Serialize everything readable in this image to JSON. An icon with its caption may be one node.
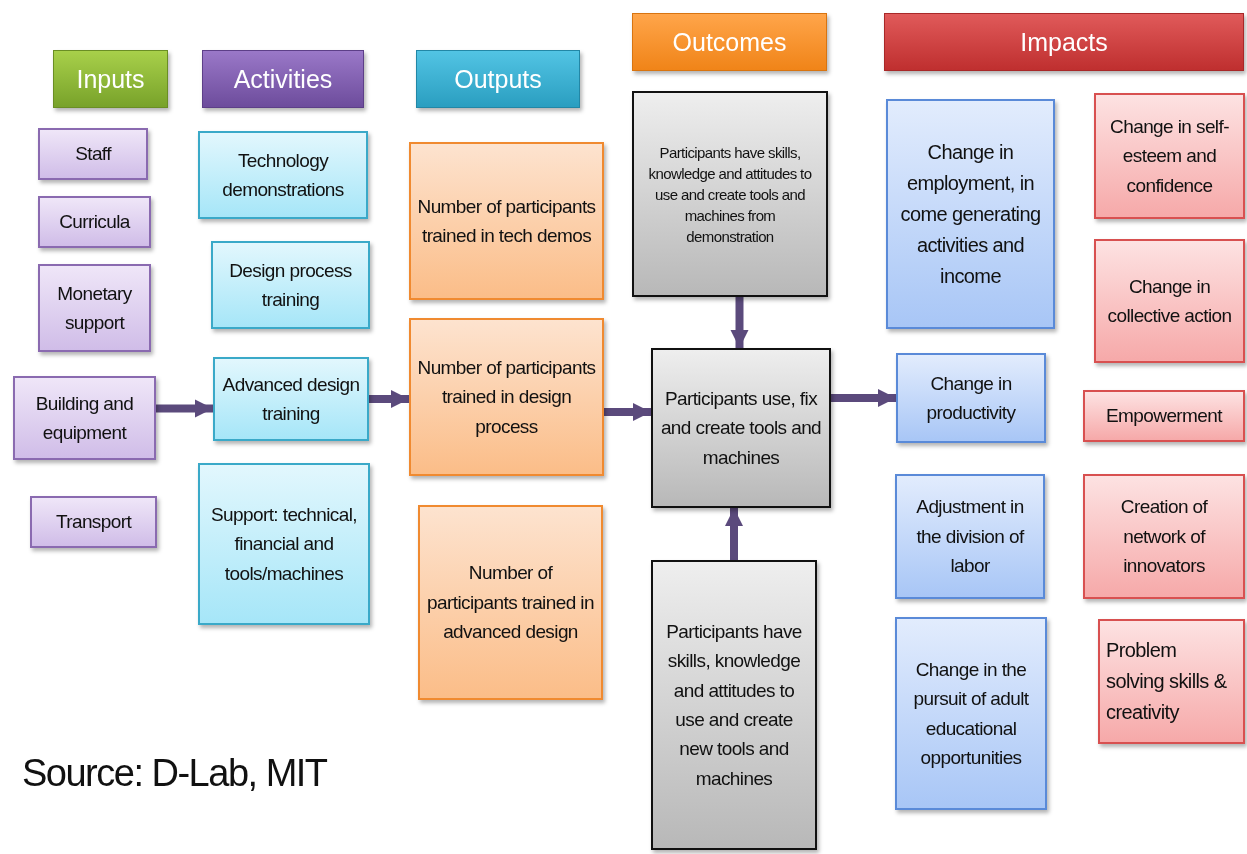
{
  "diagram": {
    "nodes": [
      {
        "text": [
          "Inputs"
        ]
      },
      {
        "text": [
          "Activities"
        ]
      },
      {
        "text": [
          "Outputs"
        ]
      },
      {
        "text": [
          "Outcomes"
        ]
      },
      {
        "text": [
          "Impacts"
        ]
      },
      {
        "text": [
          "Staff"
        ]
      },
      {
        "text": [
          "Curricula"
        ]
      },
      {
        "text": [
          "Monetary support"
        ]
      },
      {
        "text": [
          "Building and equipment"
        ]
      },
      {
        "text": [
          "Transport"
        ]
      },
      {
        "text": [
          "Technology demonstrations"
        ]
      },
      {
        "text": [
          "Design process training"
        ]
      },
      {
        "text": [
          "Advanced design training"
        ]
      },
      {
        "text": [
          "Support: technical, financial and tools/machines"
        ]
      },
      {
        "text": [
          "Number of participants trained in tech demos"
        ]
      },
      {
        "text": [
          "Number of participants trained in design process"
        ]
      },
      {
        "text": [
          "Number of participants trained in advanced design"
        ]
      },
      {
        "text": [
          "Participants have skills, knowledge and attitudes to use and create tools and machines from demonstration"
        ]
      },
      {
        "text": [
          "Participants use, fix and create tools and machines"
        ]
      },
      {
        "text": [
          "Participants have skills, knowledge and attitudes to use and create new tools and machines"
        ]
      },
      {
        "text": [
          "Change in employment, in come generating activities and income"
        ]
      },
      {
        "text": [
          "Change in productivity"
        ]
      },
      {
        "text": [
          "Adjustment in the division of labor"
        ]
      },
      {
        "text": [
          "Change in the pursuit of adult educational opportunities"
        ]
      },
      {
        "text": [
          "Change in self-esteem and confidence"
        ]
      },
      {
        "text": [
          "Change in collective action"
        ]
      },
      {
        "text": [
          "Empowerment"
        ]
      },
      {
        "text": [
          "Creation of network of innovators"
        ]
      },
      {
        "text": [
          "Problem solving skills & creativity"
        ]
      }
    ],
    "edges": [
      {
        "from": 8,
        "to": 12,
        "arrow": "to"
      },
      {
        "from": 12,
        "to": 15,
        "arrow": "to"
      },
      {
        "from": 15,
        "to": 18,
        "arrow": "to"
      },
      {
        "from": 18,
        "to": 21,
        "arrow": "to"
      },
      {
        "from": 17,
        "to": 18,
        "arrow": "to"
      },
      {
        "from": 19,
        "to": 18,
        "arrow": "to"
      }
    ],
    "labels": [
      "Source: D-Lab, MIT"
    ]
  }
}
